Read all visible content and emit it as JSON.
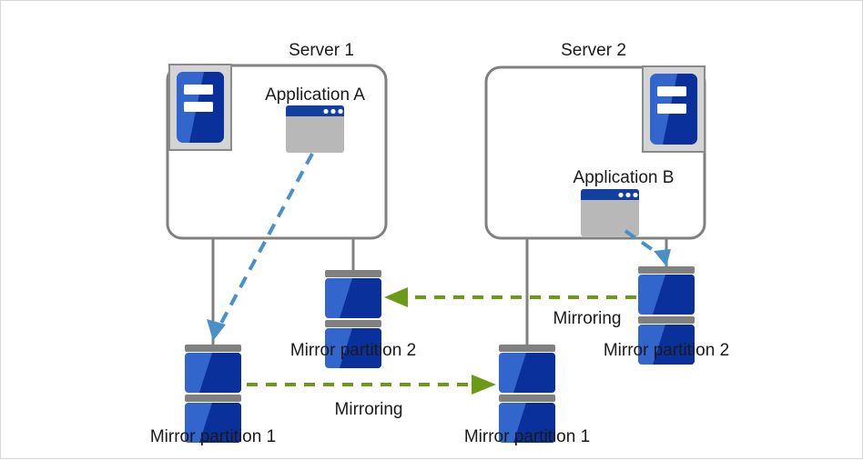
{
  "diagram": {
    "title_hidden": "",
    "colors": {
      "server_box_border": "#808080",
      "connector_line": "#808080",
      "server_icon_frame": "#d4d4d4",
      "server_icon_frame_border": "#808080",
      "blue_light": "#3366cc",
      "blue_dark": "#0a309c",
      "disk_band": "#808080",
      "app_titlebar": "#123fa0",
      "app_body": "#b8b8b8",
      "mirroring_arrow": "#6a9a18",
      "io_arrow": "#4a90c8",
      "text": "#1a1a1a",
      "page_border": "#d8d8d8"
    },
    "servers": [
      {
        "id": "server-1",
        "label": "Server 1"
      },
      {
        "id": "server-2",
        "label": "Server 2"
      }
    ],
    "applications": [
      {
        "id": "application-a",
        "label": "Application A"
      },
      {
        "id": "application-b",
        "label": "Application B"
      }
    ],
    "partitions": [
      {
        "id": "server1-mirror-partition-1",
        "label": "Mirror partition 1"
      },
      {
        "id": "server1-mirror-partition-2",
        "label": "Mirror partition 2"
      },
      {
        "id": "server2-mirror-partition-1",
        "label": "Mirror partition 1"
      },
      {
        "id": "server2-mirror-partition-2",
        "label": "Mirror partition 2"
      }
    ],
    "mirroring": [
      {
        "id": "mirroring-bottom",
        "label": "Mirroring",
        "direction": "left-to-right"
      },
      {
        "id": "mirroring-top",
        "label": "Mirroring",
        "direction": "right-to-left"
      }
    ],
    "icons": {
      "server_tower": "server-tower-icon",
      "app_window": "app-window-icon",
      "disk_stack": "disk-stack-icon",
      "arrow_head": "arrow-head-icon"
    }
  }
}
